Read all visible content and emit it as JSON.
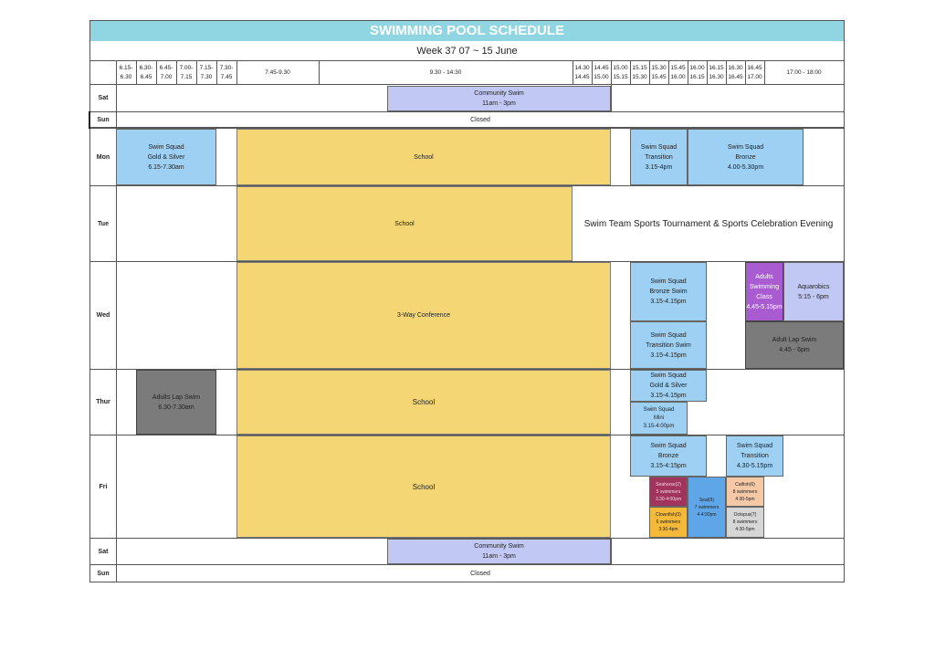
{
  "header": {
    "title": "SWIMMING POOL SCHEDULE",
    "week": "Week 37   07  ~  15 June"
  },
  "time_slots": [
    "6.15-\n6.30",
    "6.30-\n6.45",
    "6.45-\n7.00",
    "7.00-\n7.15",
    "7.15-\n7.30",
    "7.30-\n7.45",
    "7.45-9.30",
    "9.30 - 14:30",
    "14.30\n14.45",
    "14.45\n15.00",
    "15.00\n15.15",
    "15.15\n15.30",
    "15.30\n15.45",
    "15.45\n16.00",
    "16.00\n16.15",
    "16.15\n16.30",
    "16.30\n16.45",
    "16.45\n17.00",
    "17:00 - 18:00"
  ],
  "days": {
    "sat1": "Sat",
    "sun1": "Sun",
    "mon": "Mon",
    "tue": "Tue",
    "wed": "Wed",
    "thur": "Thur",
    "fri": "Fri",
    "sat2": "Sat",
    "sun2": "Sun"
  },
  "blocks": {
    "sat1_community": "Community Swim\n11am - 3pm",
    "sun1_closed": "Closed",
    "mon_squad_gold": "Swim Squad\nGold & Silver\n6.15-7.30am",
    "mon_school": "School",
    "mon_squad_transition": "Swim Squad\nTransition\n3.15-4pm",
    "mon_squad_bronze": "Swim Squad\nBronze\n4.00-5.30pm",
    "tue_school": "School",
    "tue_tournament": "Swim Team Sports Tournament & Sports Celebration Evening",
    "wed_conference": "3-Way Conference",
    "wed_squad_bronze": "Swim Squad\nBronze Swim\n3.15-4.15pm",
    "wed_squad_transition": "Swim Squad\nTransition Swim\n3.15-4.15pm",
    "wed_adults_class": "Adults\nSwimming\nClass\n4.45-5.15pm",
    "wed_aquarobics": "Aquarobics\n5:15 - 6pm",
    "wed_adult_lap": "Adult Lap Swim\n4.45 - 6pm",
    "thur_adults_lap": "Adults Lap Swim\n6.30-7.30am",
    "thur_school": "School",
    "thur_squad_gold": "Swim Squad\nGold & Silver\n3.15-4.15pm",
    "thur_squad_mini": "Swim Squad\nMini\n3.15-4:00pm",
    "fri_school": "School",
    "fri_squad_bronze": "Swim Squad\nBronze\n3.15-4:15pm",
    "fri_squad_transition": "Swim Squad\nTransition\n4.30-5.15pm",
    "fri_seahorse": "Seahorse(2)\n5 swimmers\n3.30-4:00pm",
    "fri_clownfish": "Clownfish(3)\n6 swimmers\n3:30-4pm",
    "fri_seal": "Seal(5)\n7 swimmers\n4-4:30pm",
    "fri_catfish": "Catfish(6)\n8 swimmers\n4:30-5pm",
    "fri_octopus": "Octopus(7)\n8 swimmers\n4:30-5pm",
    "sat2_community": "Community Swim\n11am - 3pm",
    "sun2_closed": "Closed"
  },
  "colors": {
    "title_bar": "#8fd6e2",
    "school": "#f4d675",
    "swim_squad": "#9ed0f4",
    "community": "#c2c8f4",
    "lap_swim": "#7b7b7b",
    "adults_class": "#a95bd2"
  }
}
